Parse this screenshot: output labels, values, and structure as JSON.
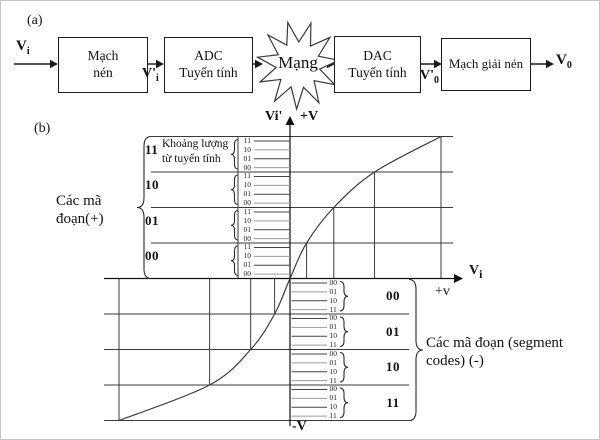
{
  "figure": {
    "panel_a_label": "(a)",
    "panel_b_label": "(b)"
  },
  "block_diagram": {
    "input_label": {
      "base": "V",
      "sub": "i"
    },
    "compressed_label": {
      "base": "V'",
      "sub": "i"
    },
    "dac_output_label": {
      "base": "V'",
      "sub": "0"
    },
    "output_label": {
      "base": "V",
      "sub": "0"
    },
    "network_label": "Mạng",
    "blocks": [
      {
        "label": "Mạch\nnén"
      },
      {
        "label": "ADC\nTuyến tính"
      },
      {
        "label": "DAC\nTuyến tính"
      },
      {
        "label": "Mạch giải nén"
      }
    ]
  },
  "chart_data": {
    "type": "line",
    "title": "Compression characteristic with segment codes",
    "x_axis_label": {
      "base": "V",
      "sub": "i"
    },
    "y_axis_label": "Vi'",
    "y_max_label": "+V",
    "y_min_label": "-V",
    "x_positive_label": "+v",
    "positive_segments_label": "Các mã\nđoạn(+)",
    "negative_segments_label": "Các mã đoạn (segment\ncodes) (-)",
    "quantization_label": "Khoảng lượng\ntừ tuyến tính",
    "segment_codes_positive": [
      "11",
      "10",
      "01",
      "00"
    ],
    "segment_codes_negative": [
      "00",
      "01",
      "10",
      "11"
    ],
    "quant_codes_positive": [
      "11",
      "10",
      "01",
      "00"
    ],
    "quant_codes_negative": [
      "00",
      "01",
      "10",
      "11"
    ],
    "x_range": [
      -1,
      1
    ],
    "y_range": [
      -1,
      1
    ],
    "grid": true,
    "curve_breakpoints": [
      [
        -1.0,
        -1.0
      ],
      [
        -0.47,
        -0.75
      ],
      [
        -0.23,
        -0.5
      ],
      [
        -0.09,
        -0.25
      ],
      [
        0,
        0
      ],
      [
        0.11,
        0.25
      ],
      [
        0.29,
        0.5
      ],
      [
        0.56,
        0.75
      ],
      [
        1.0,
        1.0
      ]
    ]
  }
}
